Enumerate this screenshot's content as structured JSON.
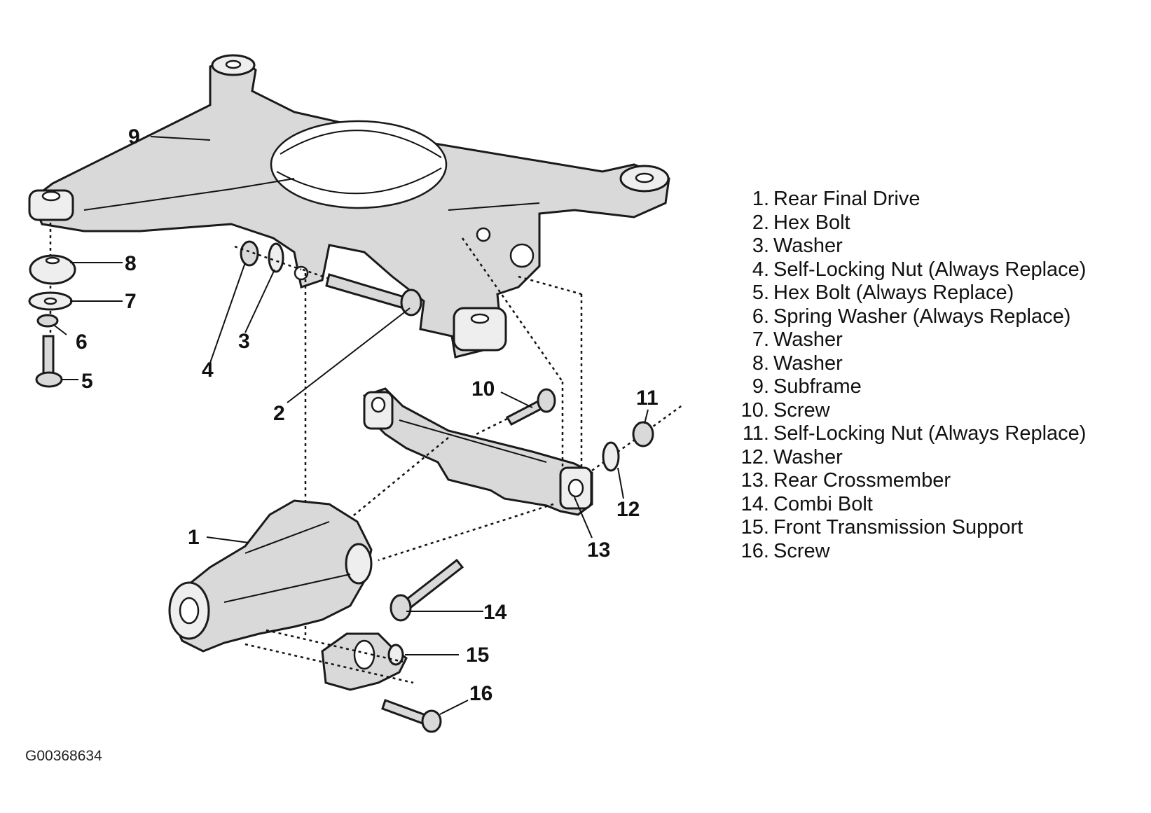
{
  "figure_id": "G00368634",
  "callouts": [
    "1",
    "2",
    "3",
    "4",
    "5",
    "6",
    "7",
    "8",
    "9",
    "10",
    "11",
    "12",
    "13",
    "14",
    "15",
    "16"
  ],
  "legend": [
    {
      "num": "1.",
      "label": "Rear Final Drive"
    },
    {
      "num": "2.",
      "label": "Hex Bolt"
    },
    {
      "num": "3.",
      "label": "Washer"
    },
    {
      "num": "4.",
      "label": "Self-Locking Nut (Always Replace)"
    },
    {
      "num": "5.",
      "label": "Hex Bolt (Always Replace)"
    },
    {
      "num": "6.",
      "label": "Spring Washer (Always Replace)"
    },
    {
      "num": "7.",
      "label": "Washer"
    },
    {
      "num": "8.",
      "label": "Washer"
    },
    {
      "num": "9.",
      "label": "Subframe"
    },
    {
      "num": "10.",
      "label": "Screw"
    },
    {
      "num": "11.",
      "label": "Self-Locking Nut (Always Replace)"
    },
    {
      "num": "12.",
      "label": "Washer"
    },
    {
      "num": "13.",
      "label": "Rear Crossmember"
    },
    {
      "num": "14.",
      "label": "Combi Bolt"
    },
    {
      "num": "15.",
      "label": "Front Transmission Support"
    },
    {
      "num": "16.",
      "label": "Screw"
    }
  ]
}
